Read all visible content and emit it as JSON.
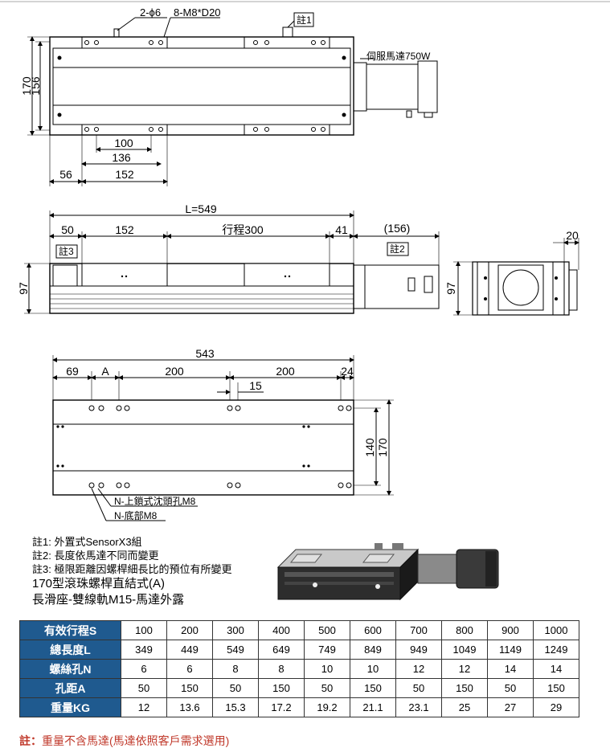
{
  "top_view": {
    "dim_170": "170",
    "dim_156": "156",
    "callout_holes": "2-ϕ6",
    "callout_screws": "8-M8*D20",
    "note_tag": "註1",
    "motor_label": "伺服馬達750W",
    "dim_100": "100",
    "dim_136": "136",
    "dim_56": "56",
    "dim_152": "152"
  },
  "side_view": {
    "dim_L": "L=549",
    "dim_50": "50",
    "dim_152": "152",
    "dim_stroke": "行程300",
    "dim_41": "41",
    "dim_156": "(156)",
    "note3_tag": "註3",
    "note2_tag": "註2",
    "dim_97": "97"
  },
  "end_view": {
    "dim_20": "20",
    "dim_97": "97"
  },
  "bottom_view": {
    "dim_543": "543",
    "dim_69": "69",
    "dim_A": "A",
    "dim_200a": "200",
    "dim_200b": "200",
    "dim_24": "24",
    "dim_15": "15",
    "dim_140": "140",
    "dim_170": "170",
    "label_top_holes": "N-上鎖式沈頭孔M8",
    "label_bottom_holes": "N-底部M8"
  },
  "notes": {
    "note1": "註1: 外置式SensorX3組",
    "note2": "註2: 長度依馬達不同而變更",
    "note3": "註3: 極限距離因螺桿細長比的預位有所變更",
    "model": "170型滾珠螺桿直結式(A)",
    "desc": "長滑座-雙線軌M15-馬達外露"
  },
  "spec_table": {
    "rows": [
      {
        "label": "有效行程S",
        "values": [
          "100",
          "200",
          "300",
          "400",
          "500",
          "600",
          "700",
          "800",
          "900",
          "1000"
        ]
      },
      {
        "label": "總長度L",
        "values": [
          "349",
          "449",
          "549",
          "649",
          "749",
          "849",
          "949",
          "1049",
          "1149",
          "1249"
        ]
      },
      {
        "label": "螺絲孔N",
        "values": [
          "6",
          "6",
          "8",
          "8",
          "10",
          "10",
          "12",
          "12",
          "14",
          "14"
        ]
      },
      {
        "label": "孔距A",
        "values": [
          "50",
          "150",
          "50",
          "150",
          "50",
          "150",
          "50",
          "150",
          "50",
          "150"
        ]
      },
      {
        "label": "重量KG",
        "values": [
          "12",
          "13.6",
          "15.3",
          "17.2",
          "19.2",
          "21.1",
          "23.1",
          "25",
          "27",
          "29"
        ]
      }
    ]
  },
  "footnote": {
    "prefix": "註：",
    "text": "重量不含馬達(馬達依照客戶需求選用)"
  }
}
